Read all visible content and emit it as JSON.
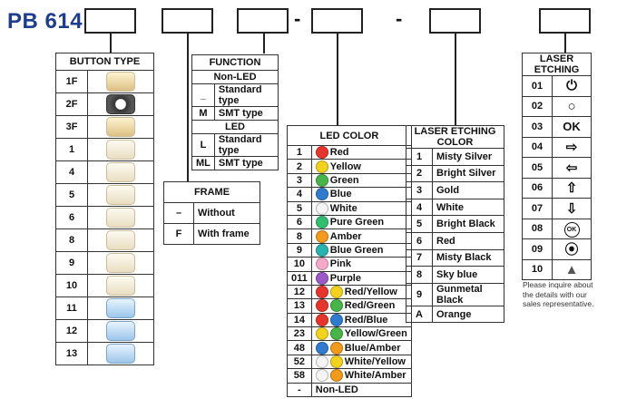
{
  "code": "PB 614",
  "button_type": {
    "header": "BUTTON TYPE",
    "rows": [
      {
        "label": "1F",
        "style": "warm"
      },
      {
        "label": "2F",
        "style": "dark"
      },
      {
        "label": "3F",
        "style": "warm"
      },
      {
        "label": "1",
        "style": "plain"
      },
      {
        "label": "4",
        "style": "plain"
      },
      {
        "label": "5",
        "style": "plain"
      },
      {
        "label": "6",
        "style": "plain"
      },
      {
        "label": "8",
        "style": "plain"
      },
      {
        "label": "9",
        "style": "plain"
      },
      {
        "label": "10",
        "style": "plain"
      },
      {
        "label": "11",
        "style": "blue"
      },
      {
        "label": "12",
        "style": "blue"
      },
      {
        "label": "13",
        "style": "blue"
      }
    ]
  },
  "function": {
    "header": "FUNCTION",
    "nonled_header": "Non-LED",
    "nonled": [
      {
        "code": "_",
        "label": "Standard type"
      },
      {
        "code": "M",
        "label": "SMT type"
      }
    ],
    "led_header": "LED",
    "led": [
      {
        "code": "L",
        "label": "Standard type"
      },
      {
        "code": "ML",
        "label": "SMT type"
      }
    ]
  },
  "frame": {
    "header": "FRAME",
    "rows": [
      {
        "code": "–",
        "label": "Without"
      },
      {
        "code": "F",
        "label": "With frame"
      }
    ]
  },
  "led_color": {
    "header": "LED COLOR",
    "rows": [
      {
        "code": "1",
        "label": "Red",
        "colors": [
          "#e8352b"
        ]
      },
      {
        "code": "2",
        "label": "Yellow",
        "colors": [
          "#f3d21c"
        ]
      },
      {
        "code": "3",
        "label": "Green",
        "colors": [
          "#47b548"
        ]
      },
      {
        "code": "4",
        "label": "Blue",
        "colors": [
          "#2f7bd0"
        ]
      },
      {
        "code": "5",
        "label": "White",
        "colors": [
          "#f4f4f4"
        ]
      },
      {
        "code": "6",
        "label": "Pure Green",
        "colors": [
          "#2fbf6f"
        ]
      },
      {
        "code": "8",
        "label": "Amber",
        "colors": [
          "#f39a1b"
        ]
      },
      {
        "code": "9",
        "label": "Blue Green",
        "colors": [
          "#27b3b0"
        ]
      },
      {
        "code": "10",
        "label": "Pink",
        "colors": [
          "#f5a8c8"
        ]
      },
      {
        "code": "011",
        "label": "Purple",
        "colors": [
          "#9b59c9"
        ]
      },
      {
        "code": "12",
        "label": "Red/Yellow",
        "colors": [
          "#e8352b",
          "#f3d21c"
        ]
      },
      {
        "code": "13",
        "label": "Red/Green",
        "colors": [
          "#e8352b",
          "#47b548"
        ]
      },
      {
        "code": "14",
        "label": "Red/Blue",
        "colors": [
          "#e8352b",
          "#2f7bd0"
        ]
      },
      {
        "code": "23",
        "label": "Yellow/Green",
        "colors": [
          "#f3d21c",
          "#47b548"
        ]
      },
      {
        "code": "48",
        "label": "Blue/Amber",
        "colors": [
          "#2f7bd0",
          "#f39a1b"
        ]
      },
      {
        "code": "52",
        "label": "White/Yellow",
        "colors": [
          "#f4f4f4",
          "#f3d21c"
        ]
      },
      {
        "code": "58",
        "label": "White/Amber",
        "colors": [
          "#f4f4f4",
          "#f39a1b"
        ]
      },
      {
        "code": "-",
        "label": "Non-LED",
        "colors": []
      }
    ]
  },
  "laser_etching_color": {
    "header": "LASER ETCHING COLOR",
    "rows": [
      {
        "code": "1",
        "label": "Misty Silver"
      },
      {
        "code": "2",
        "label": "Bright Silver"
      },
      {
        "code": "3",
        "label": "Gold"
      },
      {
        "code": "4",
        "label": "White"
      },
      {
        "code": "5",
        "label": "Bright Black"
      },
      {
        "code": "6",
        "label": "Red"
      },
      {
        "code": "7",
        "label": "Misty Black"
      },
      {
        "code": "8",
        "label": "Sky blue"
      },
      {
        "code": "9",
        "label": "Gunmetal Black"
      },
      {
        "code": "A",
        "label": "Orange"
      }
    ]
  },
  "laser_etching": {
    "header": "LASER ETCHING",
    "rows": [
      {
        "code": "01",
        "symbol": "⏻",
        "icon": "power-icon"
      },
      {
        "code": "02",
        "symbol": "○",
        "icon": "circle-icon"
      },
      {
        "code": "03",
        "symbol": "OK",
        "icon": "ok-text-icon"
      },
      {
        "code": "04",
        "symbol": "⇨",
        "icon": "arrow-right-icon"
      },
      {
        "code": "05",
        "symbol": "⇦",
        "icon": "arrow-left-icon"
      },
      {
        "code": "06",
        "symbol": "⇧",
        "icon": "arrow-up-icon"
      },
      {
        "code": "07",
        "symbol": "⇩",
        "icon": "arrow-down-icon"
      },
      {
        "code": "08",
        "symbol": "OK",
        "icon": "ok-circle-icon"
      },
      {
        "code": "09",
        "symbol": "⦿",
        "icon": "dot-circle-icon"
      },
      {
        "code": "10",
        "symbol": "▲",
        "icon": "triangle-icon"
      }
    ],
    "note": "Please inquire about the details with our sales representative."
  }
}
